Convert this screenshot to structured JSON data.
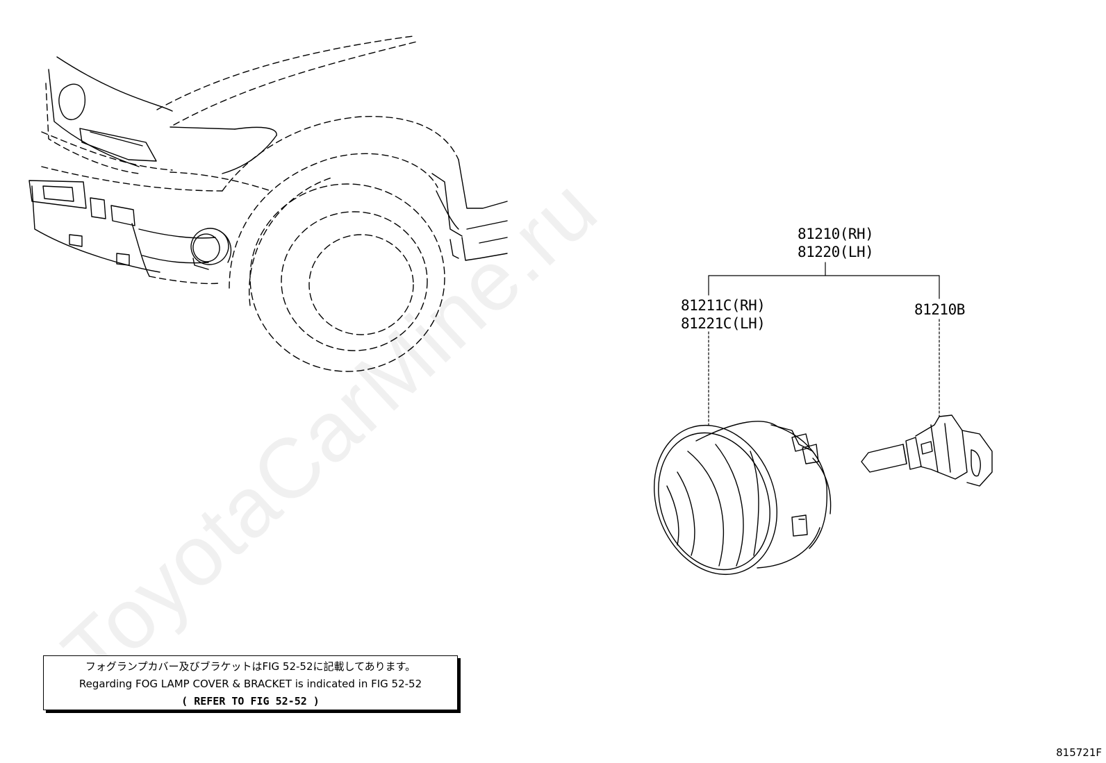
{
  "callouts": {
    "assembly": {
      "rh": "81210(RH)",
      "lh": "81220(LH)"
    },
    "lamp_unit": {
      "rh": "81211C(RH)",
      "lh": "81221C(LH)"
    },
    "bulb": {
      "part": "81210B"
    }
  },
  "note": {
    "line_ja": "フォグランプカバー及びブラケットはFIG 52-52に記載してあります。",
    "line_en": "Regarding FOG LAMP COVER & BRACKET is indicated in FIG 52-52",
    "line_ref": "(  REFER TO FIG 52-52  )"
  },
  "figure_number": "815721F",
  "watermark": "ToyotaCarMine.ru"
}
